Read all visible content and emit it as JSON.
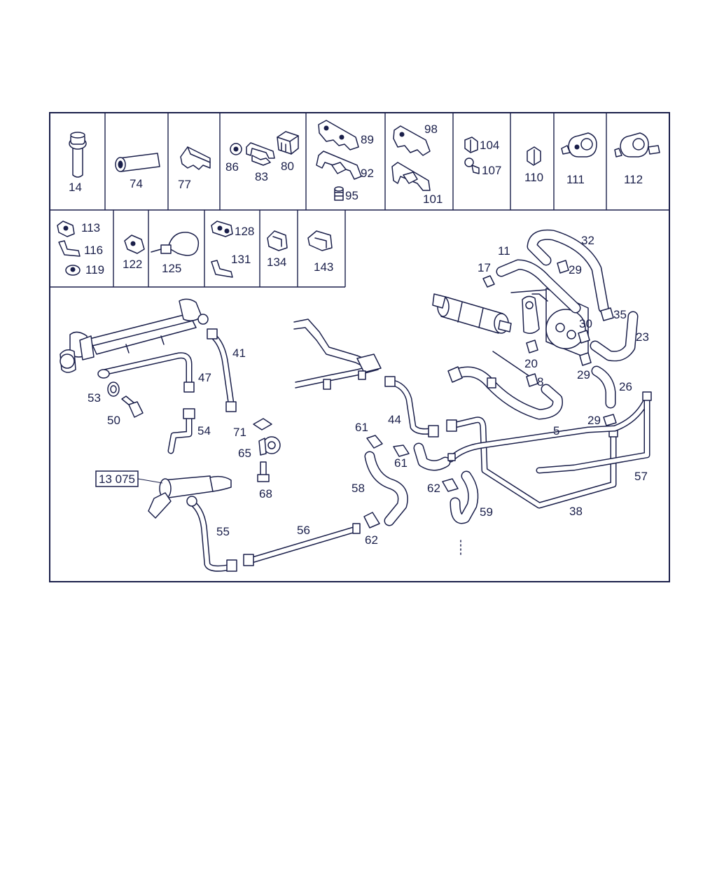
{
  "diagram": {
    "top_row_parts": [
      "14",
      "74",
      "77",
      "86",
      "83",
      "80",
      "89",
      "92",
      "95",
      "98",
      "101",
      "104",
      "107",
      "110",
      "111",
      "112"
    ],
    "second_row_parts": [
      "113",
      "116",
      "119",
      "122",
      "125",
      "128",
      "131",
      "134",
      "143"
    ],
    "callouts": {
      "c32": "32",
      "c11": "11",
      "c17": "17",
      "c29a": "29",
      "c30": "30",
      "c35": "35",
      "c23": "23",
      "c20": "20",
      "c29b": "29",
      "c8": "8",
      "c26": "26",
      "c5": "5",
      "c29c": "29",
      "c57": "57",
      "c38": "38",
      "c41": "41",
      "c47": "47",
      "c53": "53",
      "c50": "50",
      "c54": "54",
      "c71": "71",
      "c65": "65",
      "c68": "68",
      "c44": "44",
      "c61a": "61",
      "c61b": "61",
      "c58": "58",
      "c62a": "62",
      "c59": "59",
      "c62b": "62",
      "c55": "55",
      "c56": "56"
    },
    "group_reference": "13 075"
  }
}
